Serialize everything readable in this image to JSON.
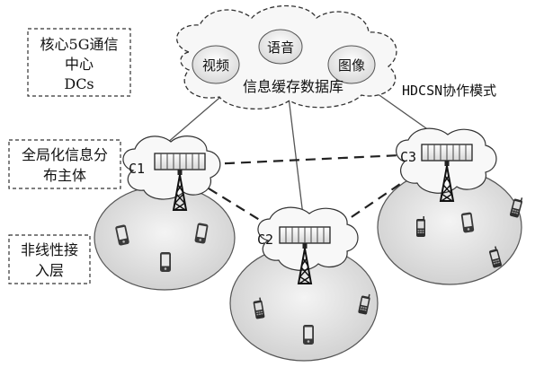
{
  "side_labels": {
    "core": [
      "核心5G通信",
      "中心",
      "DCs"
    ],
    "distribution": [
      "全局化信息分",
      "布主体"
    ],
    "access": [
      "非线性接",
      "入层"
    ]
  },
  "cloud": {
    "bubbles": [
      "视频",
      "语音",
      "图像"
    ],
    "caption": "信息缓存数据库"
  },
  "mode_label": "HDCSN协作模式",
  "cells": [
    "C1",
    "C2",
    "C3"
  ]
}
